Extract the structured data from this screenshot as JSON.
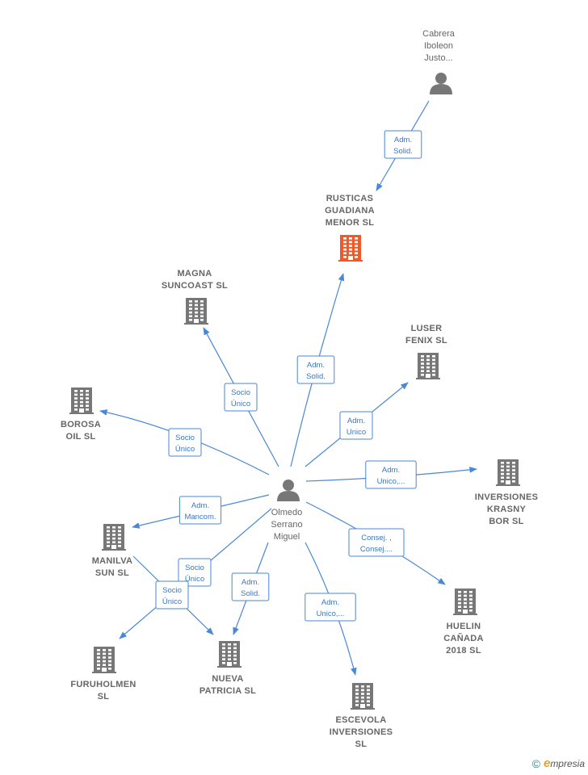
{
  "colors": {
    "edge": "#4a87d6",
    "node": "#777777",
    "highlight": "#f05a28",
    "text": "#666666"
  },
  "nodes": [
    {
      "id": "cabrera",
      "type": "person",
      "label": [
        "Cabrera",
        "Iboleon",
        "Justo..."
      ],
      "icon": "person-icon"
    },
    {
      "id": "rusticas",
      "type": "company",
      "highlight": true,
      "label": [
        "RUSTICAS",
        "GUADIANA",
        "MENOR  SL"
      ],
      "icon": "building-icon"
    },
    {
      "id": "magna",
      "type": "company",
      "label": [
        "MAGNA",
        "SUNCOAST  SL"
      ],
      "icon": "building-icon"
    },
    {
      "id": "luser",
      "type": "company",
      "label": [
        "LUSER",
        "FENIX  SL"
      ],
      "icon": "building-icon"
    },
    {
      "id": "borosa",
      "type": "company",
      "label": [
        "BOROSA",
        "OIL  SL"
      ],
      "icon": "building-icon"
    },
    {
      "id": "olmedo",
      "type": "person",
      "label": [
        "Olmedo",
        "Serrano",
        "Miguel"
      ],
      "icon": "person-icon"
    },
    {
      "id": "krasny",
      "type": "company",
      "label": [
        "INVERSIONES",
        "KRASNY",
        "BOR  SL"
      ],
      "icon": "building-icon"
    },
    {
      "id": "manilva",
      "type": "company",
      "label": [
        "MANILVA",
        "SUN  SL"
      ],
      "icon": "building-icon"
    },
    {
      "id": "huelin",
      "type": "company",
      "label": [
        "HUELIN",
        "CAÑADA",
        "2018  SL"
      ],
      "icon": "building-icon"
    },
    {
      "id": "furuholmen",
      "type": "company",
      "label": [
        "FURUHOLMEN",
        "SL"
      ],
      "icon": "building-icon"
    },
    {
      "id": "nueva",
      "type": "company",
      "label": [
        "NUEVA",
        "PATRICIA  SL"
      ],
      "icon": "building-icon"
    },
    {
      "id": "escevola",
      "type": "company",
      "label": [
        "ESCEVOLA",
        "INVERSIONES",
        "SL"
      ],
      "icon": "building-icon"
    }
  ],
  "edges": [
    {
      "id": "cabrera-rusticas",
      "from": "cabrera",
      "to": "rusticas",
      "role": [
        "Adm.",
        "Solid."
      ]
    },
    {
      "id": "olmedo-rusticas",
      "from": "olmedo",
      "to": "rusticas",
      "role": [
        "Adm.",
        "Solid."
      ]
    },
    {
      "id": "olmedo-magna",
      "from": "olmedo",
      "to": "magna",
      "role": [
        "Socio",
        "Único"
      ]
    },
    {
      "id": "olmedo-luser",
      "from": "olmedo",
      "to": "luser",
      "role": [
        "Adm.",
        "Unico"
      ]
    },
    {
      "id": "olmedo-borosa",
      "from": "olmedo",
      "to": "borosa",
      "role": [
        "Socio",
        "Único"
      ]
    },
    {
      "id": "olmedo-krasny",
      "from": "olmedo",
      "to": "krasny",
      "role": [
        "Adm.",
        "Unico,..."
      ]
    },
    {
      "id": "olmedo-manilva",
      "from": "olmedo",
      "to": "manilva",
      "role": [
        "Adm.",
        "Mancom."
      ]
    },
    {
      "id": "olmedo-huelin",
      "from": "olmedo",
      "to": "huelin",
      "role": [
        "Consej. ,",
        "Consej...."
      ]
    },
    {
      "id": "olmedo-furuholmen",
      "from": "olmedo",
      "to": "furuholmen",
      "role": [
        "Socio",
        "Único"
      ]
    },
    {
      "id": "olmedo-nueva",
      "from": "olmedo",
      "to": "nueva",
      "role": [
        "Adm.",
        "Solid."
      ]
    },
    {
      "id": "manilva-nueva",
      "from": "manilva",
      "to": "nueva",
      "role": [
        "Socio",
        "Único"
      ]
    },
    {
      "id": "olmedo-escevola",
      "from": "olmedo",
      "to": "escevola",
      "role": [
        "Adm.",
        "Unico,..."
      ]
    }
  ],
  "footer": {
    "copyright": "©",
    "brand_initial": "e",
    "brand_rest": "mpresia"
  }
}
